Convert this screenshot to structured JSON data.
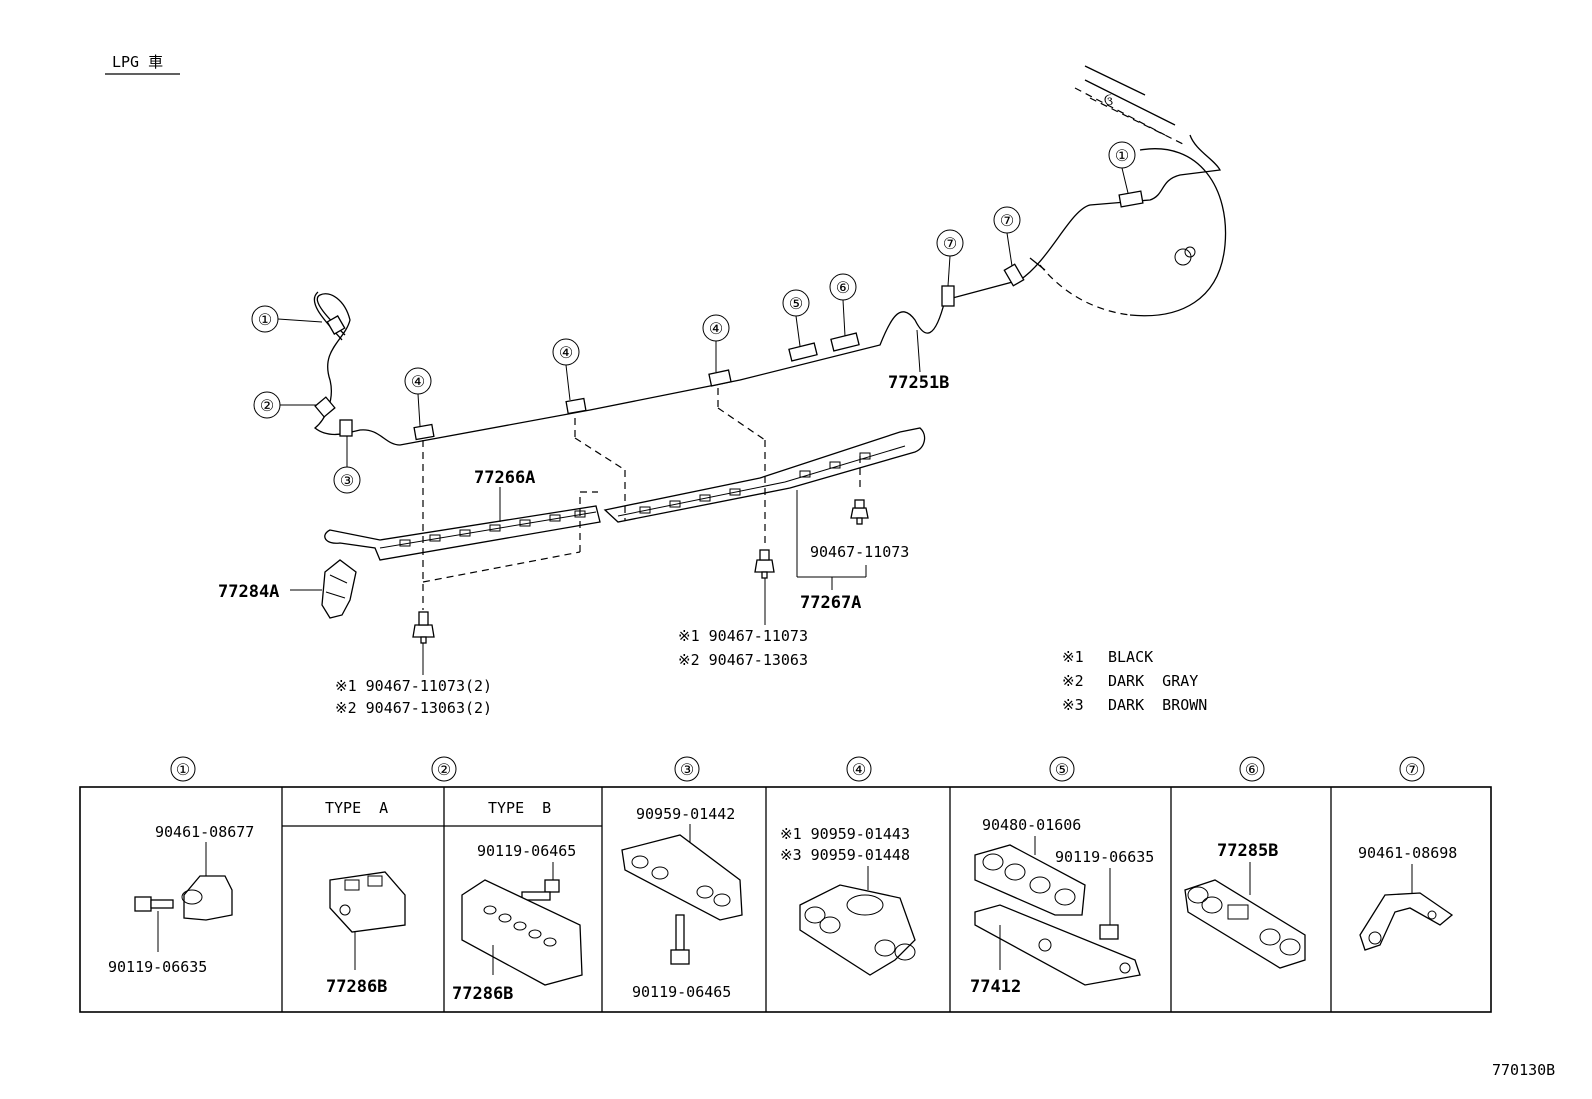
{
  "header": {
    "label": "LPG 車"
  },
  "main": {
    "callouts": {
      "c1_top": "①",
      "c1_left": "①",
      "c2": "②",
      "c3": "③",
      "c4_a": "④",
      "c4_b": "④",
      "c4_c": "④",
      "c5": "⑤",
      "c6": "⑥",
      "c7_a": "⑦",
      "c7_b": "⑦"
    },
    "parts": {
      "pipe": "77251B",
      "protector_a": "77266A",
      "protector_b": "77267A",
      "clamp": "77284A",
      "nut_right": "90467-11073",
      "nut_mid_1": "※1 90467-11073",
      "nut_mid_2": "※2 90467-13063",
      "nut_left_1": "※1 90467-11073(2)",
      "nut_left_2": "※2 90467-13063(2)"
    },
    "color_legend": [
      {
        "mark": "※1",
        "color": "BLACK"
      },
      {
        "mark": "※2",
        "color": "DARK  GRAY"
      },
      {
        "mark": "※3",
        "color": "DARK  BROWN"
      }
    ]
  },
  "table": {
    "headers": [
      "①",
      "②",
      "③",
      "④",
      "⑤",
      "⑥",
      "⑦"
    ],
    "cell1": {
      "part_a": "90461-08677",
      "part_b": "90119-06635"
    },
    "cell2a": {
      "type": "TYPE  A",
      "part": "77286B"
    },
    "cell2b": {
      "type": "TYPE  B",
      "part_a": "90119-06465",
      "part_b": "77286B"
    },
    "cell3": {
      "part_a": "90959-01442",
      "part_b": "90119-06465"
    },
    "cell4": {
      "part_a": "※1 90959-01443",
      "part_b": "※3 90959-01448"
    },
    "cell5": {
      "part_a": "90480-01606",
      "part_b": "90119-06635",
      "part_c": "77412"
    },
    "cell6": {
      "part": "77285B"
    },
    "cell7": {
      "part": "90461-08698"
    }
  },
  "footer": {
    "diagram_code": "770130B"
  }
}
